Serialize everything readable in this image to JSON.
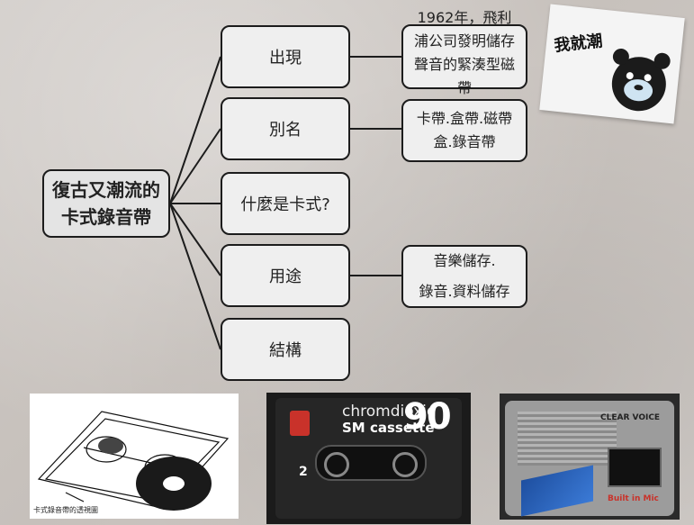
{
  "root": {
    "line1": "復古又潮流的",
    "line2": "卡式錄音帶"
  },
  "branches": [
    {
      "label": "出現"
    },
    {
      "label": "別名"
    },
    {
      "label": "什麼是卡式?"
    },
    {
      "label": "用途"
    },
    {
      "label": "結構"
    }
  ],
  "leaves": {
    "appearance": {
      "line1": "1962年，飛利",
      "line2": "浦公司發明儲存",
      "line3": "聲音的緊湊型磁",
      "line4": "帶"
    },
    "alias": {
      "line1": "卡帶.盒帶.磁帶",
      "line2": "盒.錄音帶"
    },
    "usage": {
      "line1": "音樂儲存.",
      "line2": "錄音.資料儲存"
    }
  },
  "sticker": {
    "text": "我就潮"
  },
  "photos": {
    "schematic_caption": "卡式錄音帶的透視圖",
    "cassette": {
      "brand": "chromdioxid",
      "model": "SM cassette",
      "length": "90",
      "side": "2"
    },
    "recorder": {
      "label1": "CLEAR VOICE",
      "label2": "Built in Mic"
    }
  },
  "colors": {
    "background": "#cdc8c4",
    "box_fill": "#efefef",
    "border": "#1c1c1c",
    "cassette_red": "#c9322a"
  }
}
